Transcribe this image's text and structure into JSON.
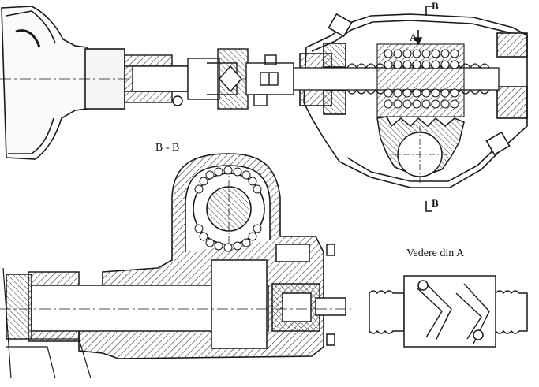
{
  "labels": {
    "section_title": "B - B",
    "view_title": "Vedere din A",
    "arrow_a": "A",
    "cut_b_top": "B",
    "cut_b_bottom": "B"
  },
  "colors": {
    "ink": "#1a1a1a",
    "paper": "#ffffff",
    "hatch": "#333333"
  }
}
